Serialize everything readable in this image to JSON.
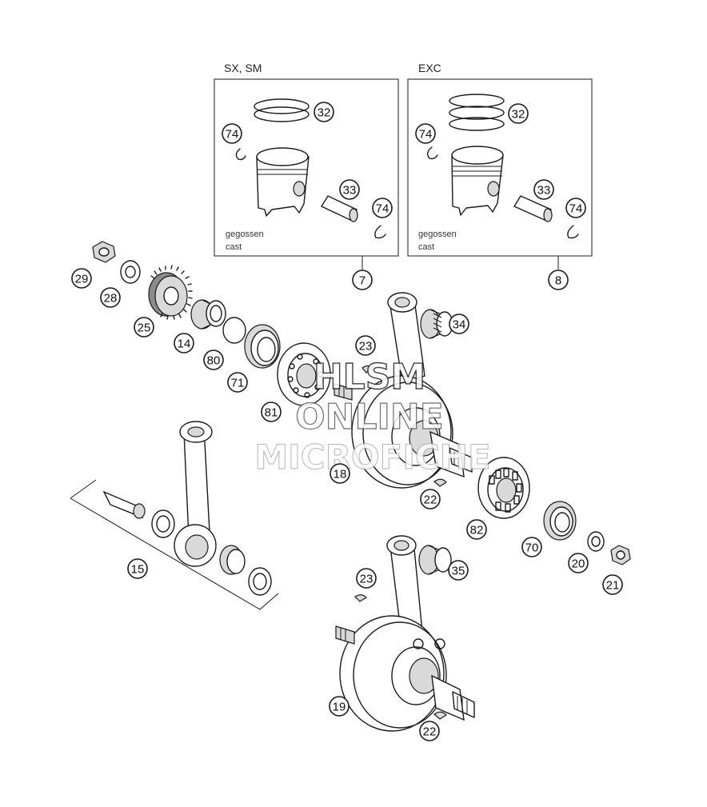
{
  "variants": [
    {
      "title": "SX, SM",
      "note_de": "gegossen",
      "note_en": "cast",
      "callout": "7"
    },
    {
      "title": "EXC",
      "note_de": "gegossen",
      "note_en": "cast",
      "callout": "8"
    }
  ],
  "callouts": {
    "c32a": "32",
    "c74a": "74",
    "c33a": "33",
    "c74b": "74",
    "c32b": "32",
    "c74c": "74",
    "c33b": "33",
    "c74d": "74",
    "c29": "29",
    "c28": "28",
    "c25": "25",
    "c14": "14",
    "c80": "80",
    "c71": "71",
    "c81": "81",
    "c23a": "23",
    "c34": "34",
    "c18": "18",
    "c22a": "22",
    "c82": "82",
    "c70": "70",
    "c20": "20",
    "c21": "21",
    "c15": "15",
    "c23b": "23",
    "c35": "35",
    "c19": "19",
    "c22b": "22"
  },
  "watermark": {
    "line1": "HLSM",
    "line2": "ONLINE",
    "line3": "MICROFICHE"
  }
}
